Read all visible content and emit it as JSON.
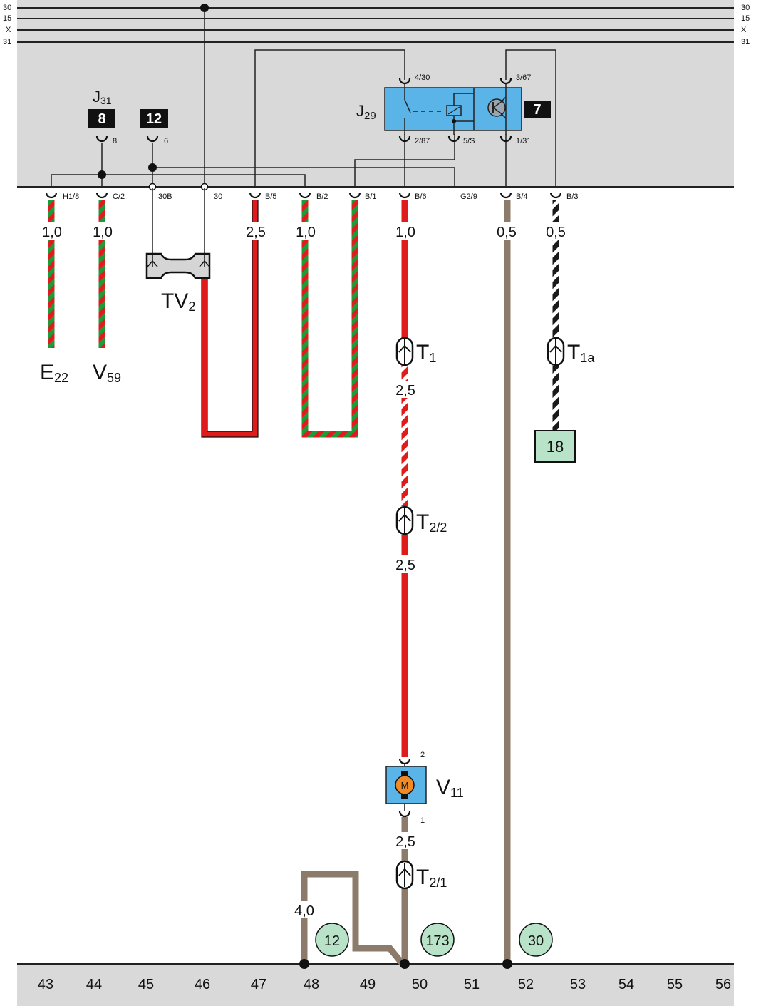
{
  "rails": [
    "30",
    "15",
    "X",
    "31"
  ],
  "relay": {
    "name": "J",
    "sub": "29",
    "box": "7",
    "pins": [
      "4/30",
      "3/67",
      "2/87",
      "5/S",
      "1/31"
    ]
  },
  "j31": {
    "name": "J",
    "sub": "31",
    "box": "8",
    "pin": "8"
  },
  "fuse12": {
    "box": "12",
    "pin": "6"
  },
  "connectors": [
    "H1/8",
    "C/2",
    "30B",
    "30",
    "B/5",
    "B/2",
    "B/1",
    "B/6",
    "G2/9",
    "B/4",
    "B/3"
  ],
  "wire_sizes": {
    "w1": "1,0",
    "w2": "1,0",
    "w3": "2,5",
    "w4": "1,0",
    "w5": "1,0",
    "w6": "0,5",
    "w7": "0,5",
    "w8": "2,5",
    "w9": "2,5",
    "w10": "2,5",
    "w11": "4,0"
  },
  "components": {
    "e22": {
      "name": "E",
      "sub": "22"
    },
    "v59": {
      "name": "V",
      "sub": "59"
    },
    "tv2": {
      "name": "TV",
      "sub": "2"
    },
    "t1": {
      "name": "T",
      "sub": "1"
    },
    "t1a": {
      "name": "T",
      "sub": "1a"
    },
    "t22": {
      "name": "T",
      "sub": "2/2"
    },
    "t21": {
      "name": "T",
      "sub": "2/1"
    },
    "v11": {
      "name": "V",
      "sub": "11",
      "motor": "M",
      "pin_top": "2",
      "pin_bottom": "1"
    }
  },
  "ref_box": "18",
  "ground_points": [
    "12",
    "173",
    "30"
  ],
  "scale": [
    "43",
    "44",
    "45",
    "46",
    "47",
    "48",
    "49",
    "50",
    "51",
    "52",
    "53",
    "54",
    "55",
    "56"
  ],
  "colors": {
    "panel": "#d9d9d9",
    "red": "#e01b1b",
    "green": "#1f9a3a",
    "brown": "#8c7b6b",
    "relay_blue": "#5ab4e8",
    "ref_green": "#b9e3c9",
    "motor_orange": "#f08a24"
  }
}
